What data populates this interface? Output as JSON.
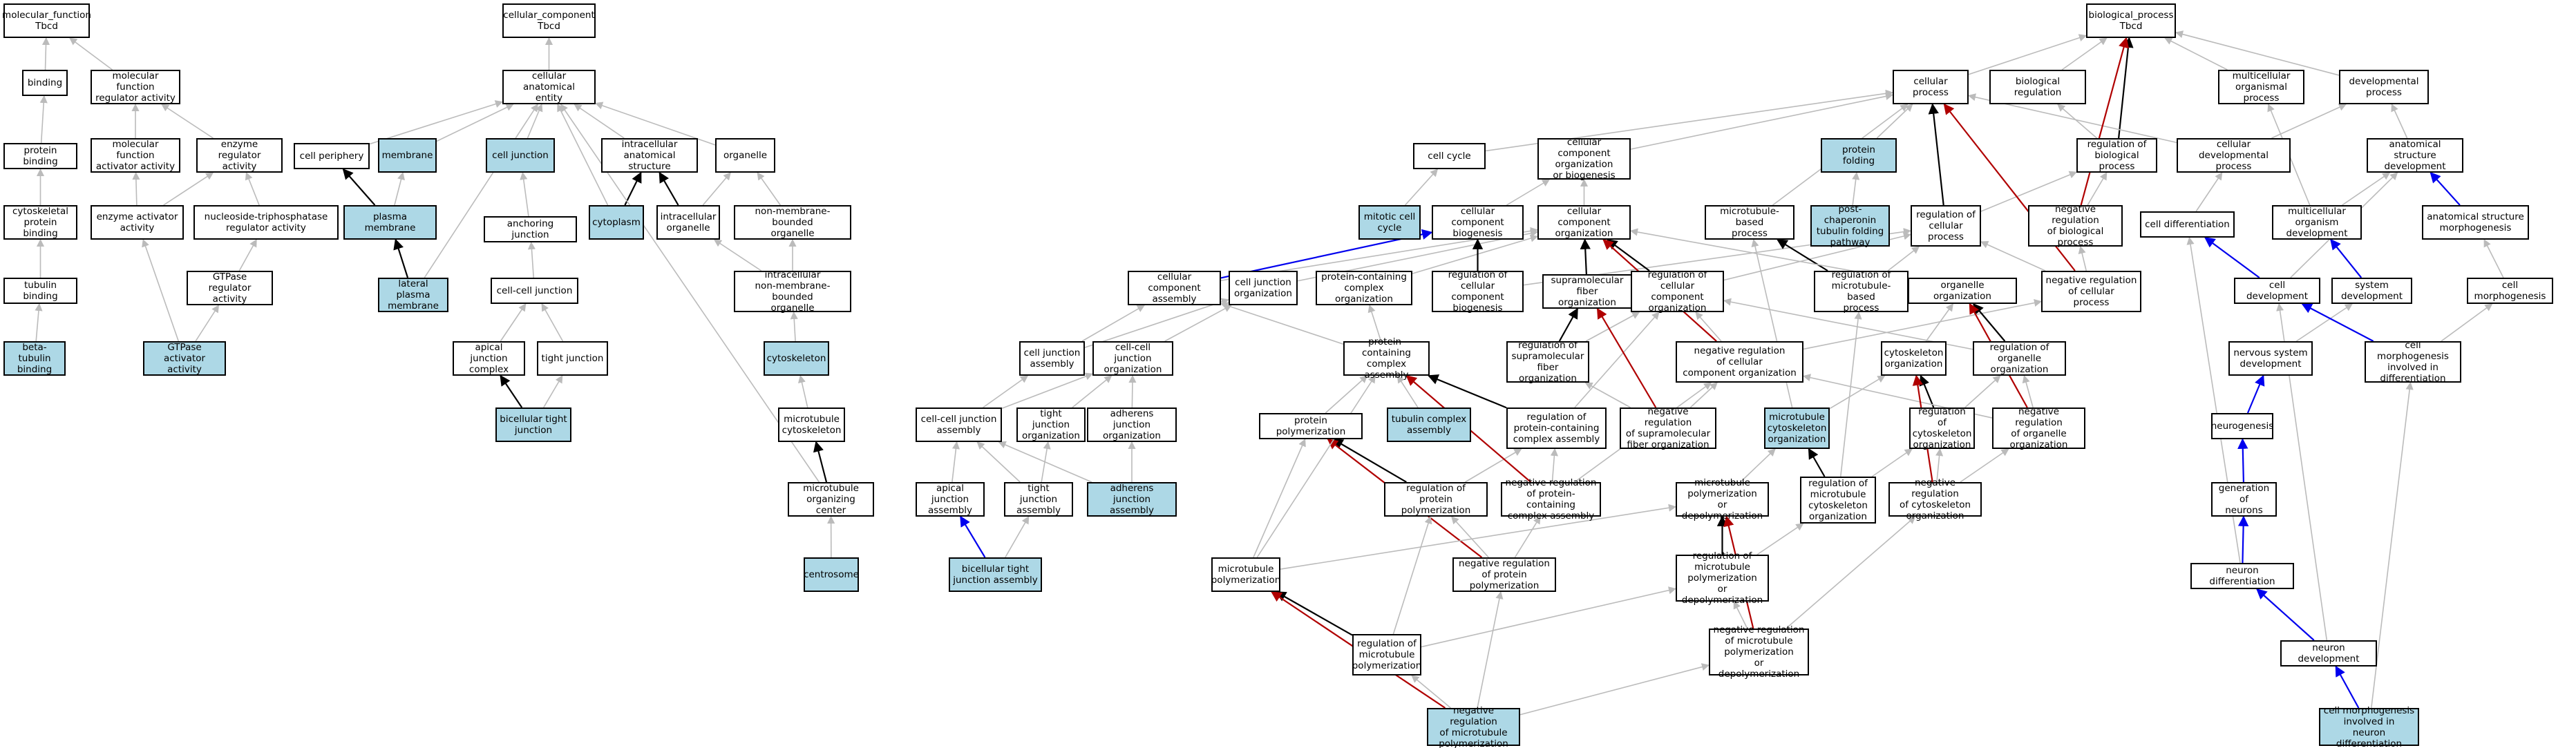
{
  "colors": {
    "highlight": "#add8e6",
    "is_a": "#bbbbbb",
    "part_of": "#000000",
    "regulates": "#0000ee",
    "negatively_regulates": "#b00000"
  },
  "nodes": [
    {
      "id": "mf",
      "label": "molecular_function\nTbcd"
    },
    {
      "id": "binding",
      "label": "binding"
    },
    {
      "id": "mfra",
      "label": "molecular function\nregulator activity"
    },
    {
      "id": "pb",
      "label": "protein binding"
    },
    {
      "id": "mfaa",
      "label": "molecular function\nactivator activity"
    },
    {
      "id": "era",
      "label": "enzyme regulator\nactivity"
    },
    {
      "id": "cpb",
      "label": "cytoskeletal\nprotein binding"
    },
    {
      "id": "eaa",
      "label": "enzyme activator\nactivity"
    },
    {
      "id": "ntra",
      "label": "nucleoside-triphosphatase\nregulator activity"
    },
    {
      "id": "tb",
      "label": "tubulin binding"
    },
    {
      "id": "gtpra",
      "label": "GTPase regulator\nactivity"
    },
    {
      "id": "btb",
      "label": "beta-tubulin\nbinding",
      "hl": true
    },
    {
      "id": "gtpaa",
      "label": "GTPase activator\nactivity",
      "hl": true
    },
    {
      "id": "cc",
      "label": "cellular_component\nTbcd"
    },
    {
      "id": "cae",
      "label": "cellular anatomical\nentity"
    },
    {
      "id": "cperi",
      "label": "cell periphery"
    },
    {
      "id": "memb",
      "label": "membrane",
      "hl": true
    },
    {
      "id": "cj",
      "label": "cell junction",
      "hl": true
    },
    {
      "id": "ias",
      "label": "intracellular\nanatomical structure"
    },
    {
      "id": "organelle",
      "label": "organelle"
    },
    {
      "id": "pm",
      "label": "plasma membrane",
      "hl": true
    },
    {
      "id": "aj",
      "label": "anchoring junction"
    },
    {
      "id": "cyto",
      "label": "cytoplasm",
      "hl": true
    },
    {
      "id": "io",
      "label": "intracellular\norganelle"
    },
    {
      "id": "nmbo",
      "label": "non-membrane-bounded\norganelle"
    },
    {
      "id": "lpm",
      "label": "lateral plasma\nmembrane",
      "hl": true
    },
    {
      "id": "ccj",
      "label": "cell-cell junction"
    },
    {
      "id": "inmbo",
      "label": "intracellular\nnon-membrane-bounded\norganelle"
    },
    {
      "id": "ajc",
      "label": "apical junction\ncomplex"
    },
    {
      "id": "tj",
      "label": "tight junction"
    },
    {
      "id": "cytsk",
      "label": "cytoskeleton",
      "hl": true
    },
    {
      "id": "btj",
      "label": "bicellular tight\njunction",
      "hl": true
    },
    {
      "id": "mtc",
      "label": "microtubule\ncytoskeleton"
    },
    {
      "id": "mtoc",
      "label": "microtubule\norganizing center"
    },
    {
      "id": "centro",
      "label": "centrosome",
      "hl": true
    },
    {
      "id": "bp",
      "label": "biological_process\nTbcd"
    },
    {
      "id": "cp",
      "label": "cellular process"
    },
    {
      "id": "breg",
      "label": "biological regulation"
    },
    {
      "id": "mop",
      "label": "multicellular\norganismal process"
    },
    {
      "id": "dp",
      "label": "developmental\nprocess"
    },
    {
      "id": "ccy",
      "label": "cell cycle"
    },
    {
      "id": "ccob",
      "label": "cellular component\norganization\nor biogenesis"
    },
    {
      "id": "pf",
      "label": "protein folding",
      "hl": true
    },
    {
      "id": "rbp",
      "label": "regulation of\nbiological process"
    },
    {
      "id": "cdp",
      "label": "cellular developmental\nprocess"
    },
    {
      "id": "asd",
      "label": "anatomical structure\ndevelopment"
    },
    {
      "id": "mcc",
      "label": "mitotic cell\ncycle",
      "hl": true
    },
    {
      "id": "ccb",
      "label": "cellular component\nbiogenesis"
    },
    {
      "id": "cco",
      "label": "cellular component\norganization"
    },
    {
      "id": "mbp",
      "label": "microtubule-based\nprocess"
    },
    {
      "id": "pctfp",
      "label": "post-chaperonin\ntubulin folding\npathway",
      "hl": true
    },
    {
      "id": "rcp",
      "label": "regulation of\ncellular process"
    },
    {
      "id": "nrbp",
      "label": "negative regulation\nof biological\nprocess"
    },
    {
      "id": "cdiff",
      "label": "cell differentiation"
    },
    {
      "id": "mod",
      "label": "multicellular\norganism development"
    },
    {
      "id": "asm",
      "label": "anatomical structure\nmorphogenesis"
    },
    {
      "id": "cca",
      "label": "cellular component\nassembly"
    },
    {
      "id": "cjo",
      "label": "cell junction\norganization"
    },
    {
      "id": "pcco",
      "label": "protein-containing\ncomplex organization"
    },
    {
      "id": "rccb",
      "label": "regulation of\ncellular component\nbiogenesis"
    },
    {
      "id": "sfo",
      "label": "supramolecular\nfiber organization"
    },
    {
      "id": "rcco",
      "label": "regulation of\ncellular component\norganization"
    },
    {
      "id": "rmbp",
      "label": "regulation of\nmicrotubule-based\nprocess"
    },
    {
      "id": "oo",
      "label": "organelle organization"
    },
    {
      "id": "nrcp",
      "label": "negative regulation\nof cellular\nprocess"
    },
    {
      "id": "cdev",
      "label": "cell development"
    },
    {
      "id": "sd",
      "label": "system development"
    },
    {
      "id": "cmorph",
      "label": "cell morphogenesis"
    },
    {
      "id": "cja",
      "label": "cell junction\nassembly"
    },
    {
      "id": "ccjo",
      "label": "cell-cell junction\norganization"
    },
    {
      "id": "pcca",
      "label": "protein-containing\ncomplex assembly"
    },
    {
      "id": "rsfo",
      "label": "regulation of\nsupramolecular\nfiber organization"
    },
    {
      "id": "nrcco",
      "label": "negative regulation\nof cellular\ncomponent organization"
    },
    {
      "id": "cytsko",
      "label": "cytoskeleton\norganization"
    },
    {
      "id": "roo",
      "label": "regulation of\norganelle organization"
    },
    {
      "id": "nsd",
      "label": "nervous system\ndevelopment"
    },
    {
      "id": "cmid",
      "label": "cell morphogenesis\ninvolved in\ndifferentiation"
    },
    {
      "id": "ccja",
      "label": "cell-cell junction\nassembly"
    },
    {
      "id": "tjo",
      "label": "tight junction\norganization"
    },
    {
      "id": "ajo",
      "label": "adherens junction\norganization"
    },
    {
      "id": "ppol",
      "label": "protein polymerization"
    },
    {
      "id": "tca",
      "label": "tubulin complex\nassembly",
      "hl": true
    },
    {
      "id": "rpcca",
      "label": "regulation of\nprotein-containing\ncomplex assembly"
    },
    {
      "id": "nrsfo",
      "label": "negative regulation\nof supramolecular\nfiber organization"
    },
    {
      "id": "mtco",
      "label": "microtubule\ncytoskeleton\norganization",
      "hl": true
    },
    {
      "id": "rcytsko",
      "label": "regulation of\ncytoskeleton\norganization"
    },
    {
      "id": "nroo",
      "label": "negative regulation\nof organelle\norganization"
    },
    {
      "id": "neurog",
      "label": "neurogenesis"
    },
    {
      "id": "aja",
      "label": "apical junction\nassembly"
    },
    {
      "id": "tja",
      "label": "tight junction\nassembly"
    },
    {
      "id": "aja2",
      "label": "adherens junction\nassembly",
      "hl": true
    },
    {
      "id": "rpp",
      "label": "regulation of\nprotein polymerization"
    },
    {
      "id": "nrpcca",
      "label": "negative regulation\nof protein-containing\ncomplex assembly"
    },
    {
      "id": "mtpd",
      "label": "microtubule\npolymerization\nor depolymerization"
    },
    {
      "id": "rmtco",
      "label": "regulation of\nmicrotubule\ncytoskeleton\norganization"
    },
    {
      "id": "nrcytsko",
      "label": "negative regulation\nof cytoskeleton\norganization"
    },
    {
      "id": "gon",
      "label": "generation of\nneurons"
    },
    {
      "id": "btja",
      "label": "bicellular tight\njunction assembly",
      "hl": true
    },
    {
      "id": "nrpp",
      "label": "negative regulation\nof protein polymerization"
    },
    {
      "id": "rmtpd",
      "label": "regulation of\nmicrotubule\npolymerization\nor depolymerization"
    },
    {
      "id": "mtp",
      "label": "microtubule\npolymerization"
    },
    {
      "id": "ndiff",
      "label": "neuron differentiation"
    },
    {
      "id": "nrmtpd",
      "label": "negative regulation\nof microtubule\npolymerization\nor depolymerization"
    },
    {
      "id": "rmtp",
      "label": "regulation of\nmicrotubule\npolymerization"
    },
    {
      "id": "ndev",
      "label": "neuron development"
    },
    {
      "id": "nrmtp",
      "label": "negative regulation\nof microtubule\npolymerization",
      "hl": true
    },
    {
      "id": "cmidnd",
      "label": "cell morphogenesis\ninvolved in\nneuron differentiation",
      "hl": true
    }
  ],
  "edges": [
    [
      "binding",
      "mf",
      "is_a"
    ],
    [
      "mfra",
      "mf",
      "is_a"
    ],
    [
      "pb",
      "binding",
      "is_a"
    ],
    [
      "mfaa",
      "mfra",
      "is_a"
    ],
    [
      "era",
      "mfra",
      "is_a"
    ],
    [
      "cpb",
      "pb",
      "is_a"
    ],
    [
      "eaa",
      "mfaa",
      "is_a"
    ],
    [
      "eaa",
      "era",
      "is_a"
    ],
    [
      "ntra",
      "era",
      "is_a"
    ],
    [
      "tb",
      "cpb",
      "is_a"
    ],
    [
      "gtpra",
      "ntra",
      "is_a"
    ],
    [
      "btb",
      "tb",
      "is_a"
    ],
    [
      "gtpaa",
      "eaa",
      "is_a"
    ],
    [
      "gtpaa",
      "gtpra",
      "is_a"
    ],
    [
      "cae",
      "cc",
      "is_a"
    ],
    [
      "cperi",
      "cae",
      "is_a"
    ],
    [
      "memb",
      "cae",
      "is_a"
    ],
    [
      "cj",
      "cae",
      "is_a"
    ],
    [
      "ias",
      "cae",
      "is_a"
    ],
    [
      "organelle",
      "cae",
      "is_a"
    ],
    [
      "pm",
      "cperi",
      "part_of"
    ],
    [
      "pm",
      "memb",
      "is_a"
    ],
    [
      "aj",
      "cj",
      "is_a"
    ],
    [
      "cyto",
      "ias",
      "part_of"
    ],
    [
      "cyto",
      "cae",
      "is_a"
    ],
    [
      "io",
      "ias",
      "part_of"
    ],
    [
      "io",
      "organelle",
      "is_a"
    ],
    [
      "nmbo",
      "organelle",
      "is_a"
    ],
    [
      "lpm",
      "pm",
      "part_of"
    ],
    [
      "lpm",
      "cae",
      "is_a"
    ],
    [
      "ccj",
      "aj",
      "is_a"
    ],
    [
      "inmbo",
      "io",
      "is_a"
    ],
    [
      "inmbo",
      "nmbo",
      "is_a"
    ],
    [
      "ajc",
      "ccj",
      "is_a"
    ],
    [
      "tj",
      "ccj",
      "is_a"
    ],
    [
      "btj",
      "ajc",
      "part_of"
    ],
    [
      "btj",
      "tj",
      "is_a"
    ],
    [
      "cytsk",
      "inmbo",
      "is_a"
    ],
    [
      "mtc",
      "cytsk",
      "is_a"
    ],
    [
      "mtoc",
      "mtc",
      "part_of"
    ],
    [
      "mtoc",
      "cae",
      "is_a"
    ],
    [
      "centro",
      "mtoc",
      "is_a"
    ],
    [
      "cp",
      "bp",
      "is_a"
    ],
    [
      "breg",
      "bp",
      "is_a"
    ],
    [
      "mop",
      "bp",
      "is_a"
    ],
    [
      "dp",
      "bp",
      "is_a"
    ],
    [
      "ccy",
      "cp",
      "is_a"
    ],
    [
      "ccob",
      "cp",
      "is_a"
    ],
    [
      "pf",
      "cp",
      "is_a"
    ],
    [
      "rbp",
      "breg",
      "is_a"
    ],
    [
      "rbp",
      "bp",
      "part_of"
    ],
    [
      "cdp",
      "cp",
      "is_a"
    ],
    [
      "cdp",
      "dp",
      "is_a"
    ],
    [
      "asd",
      "dp",
      "is_a"
    ],
    [
      "mcc",
      "ccy",
      "is_a"
    ],
    [
      "ccb",
      "ccob",
      "is_a"
    ],
    [
      "cco",
      "ccob",
      "is_a"
    ],
    [
      "mbp",
      "cp",
      "is_a"
    ],
    [
      "pctfp",
      "pf",
      "is_a"
    ],
    [
      "rcp",
      "cp",
      "part_of"
    ],
    [
      "rcp",
      "rbp",
      "is_a"
    ],
    [
      "nrbp",
      "rbp",
      "is_a"
    ],
    [
      "nrbp",
      "bp",
      "negatively_regulates"
    ],
    [
      "cdiff",
      "cdp",
      "is_a"
    ],
    [
      "mod",
      "mop",
      "is_a"
    ],
    [
      "mod",
      "asd",
      "is_a"
    ],
    [
      "asm",
      "asd",
      "regulates"
    ],
    [
      "cca",
      "ccb",
      "regulates"
    ],
    [
      "cca",
      "cco",
      "is_a"
    ],
    [
      "cjo",
      "cco",
      "is_a"
    ],
    [
      "pcco",
      "cco",
      "is_a"
    ],
    [
      "rccb",
      "ccb",
      "part_of"
    ],
    [
      "rccb",
      "rcp",
      "is_a"
    ],
    [
      "sfo",
      "cco",
      "part_of"
    ],
    [
      "rcco",
      "cco",
      "part_of"
    ],
    [
      "rcco",
      "rcp",
      "is_a"
    ],
    [
      "rmbp",
      "mbp",
      "part_of"
    ],
    [
      "rmbp",
      "rcp",
      "is_a"
    ],
    [
      "oo",
      "cco",
      "is_a"
    ],
    [
      "nrcp",
      "rcp",
      "is_a"
    ],
    [
      "nrcp",
      "cp",
      "negatively_regulates"
    ],
    [
      "nrcp",
      "nrbp",
      "is_a"
    ],
    [
      "cdev",
      "cdiff",
      "regulates"
    ],
    [
      "cdev",
      "asd",
      "is_a"
    ],
    [
      "sd",
      "mod",
      "regulates"
    ],
    [
      "cmorph",
      "asm",
      "is_a"
    ],
    [
      "cja",
      "cjo",
      "is_a"
    ],
    [
      "cja",
      "cca",
      "is_a"
    ],
    [
      "ccjo",
      "cjo",
      "is_a"
    ],
    [
      "pcca",
      "pcco",
      "is_a"
    ],
    [
      "pcca",
      "cca",
      "is_a"
    ],
    [
      "rsfo",
      "sfo",
      "part_of"
    ],
    [
      "rsfo",
      "rcco",
      "is_a"
    ],
    [
      "nrcco",
      "cco",
      "negatively_regulates"
    ],
    [
      "nrcco",
      "rcco",
      "is_a"
    ],
    [
      "nrcco",
      "nrcp",
      "is_a"
    ],
    [
      "cytsko",
      "oo",
      "is_a"
    ],
    [
      "roo",
      "oo",
      "part_of"
    ],
    [
      "roo",
      "rcco",
      "is_a"
    ],
    [
      "nsd",
      "sd",
      "is_a"
    ],
    [
      "cmid",
      "cdev",
      "regulates"
    ],
    [
      "cmid",
      "cmorph",
      "is_a"
    ],
    [
      "ccja",
      "cja",
      "is_a"
    ],
    [
      "ccja",
      "ccjo",
      "is_a"
    ],
    [
      "tjo",
      "ccjo",
      "is_a"
    ],
    [
      "ajo",
      "ccjo",
      "is_a"
    ],
    [
      "ppol",
      "pcca",
      "is_a"
    ],
    [
      "tca",
      "pcca",
      "is_a"
    ],
    [
      "rpcca",
      "pcca",
      "part_of"
    ],
    [
      "rpcca",
      "rcco",
      "is_a"
    ],
    [
      "nrsfo",
      "sfo",
      "negatively_regulates"
    ],
    [
      "nrsfo",
      "rsfo",
      "is_a"
    ],
    [
      "nrsfo",
      "nrcco",
      "is_a"
    ],
    [
      "mtco",
      "cytsko",
      "is_a"
    ],
    [
      "mtco",
      "mbp",
      "is_a"
    ],
    [
      "rcytsko",
      "cytsko",
      "part_of"
    ],
    [
      "rcytsko",
      "roo",
      "is_a"
    ],
    [
      "nroo",
      "oo",
      "negatively_regulates"
    ],
    [
      "nroo",
      "roo",
      "is_a"
    ],
    [
      "nroo",
      "nrcco",
      "is_a"
    ],
    [
      "neurog",
      "nsd",
      "regulates"
    ],
    [
      "aja",
      "ccja",
      "is_a"
    ],
    [
      "tja",
      "ccja",
      "is_a"
    ],
    [
      "tja",
      "tjo",
      "is_a"
    ],
    [
      "aja2",
      "ccja",
      "is_a"
    ],
    [
      "aja2",
      "ajo",
      "is_a"
    ],
    [
      "rpp",
      "ppol",
      "part_of"
    ],
    [
      "rpp",
      "rpcca",
      "is_a"
    ],
    [
      "nrpcca",
      "pcca",
      "negatively_regulates"
    ],
    [
      "nrpcca",
      "rpcca",
      "is_a"
    ],
    [
      "nrpcca",
      "nrcco",
      "is_a"
    ],
    [
      "mtpd",
      "mtco",
      "is_a"
    ],
    [
      "rmtco",
      "mtco",
      "part_of"
    ],
    [
      "rmtco",
      "rcytsko",
      "is_a"
    ],
    [
      "rmtco",
      "rmbp",
      "is_a"
    ],
    [
      "nrcytsko",
      "cytsko",
      "negatively_regulates"
    ],
    [
      "nrcytsko",
      "rcytsko",
      "is_a"
    ],
    [
      "nrcytsko",
      "nroo",
      "is_a"
    ],
    [
      "gon",
      "neurog",
      "regulates"
    ],
    [
      "btja",
      "aja",
      "regulates"
    ],
    [
      "btja",
      "tja",
      "is_a"
    ],
    [
      "nrpp",
      "ppol",
      "negatively_regulates"
    ],
    [
      "nrpp",
      "rpp",
      "is_a"
    ],
    [
      "nrpp",
      "nrpcca",
      "is_a"
    ],
    [
      "rmtpd",
      "mtpd",
      "part_of"
    ],
    [
      "rmtpd",
      "rmtco",
      "is_a"
    ],
    [
      "mtp",
      "mtpd",
      "is_a"
    ],
    [
      "mtp",
      "ppol",
      "is_a"
    ],
    [
      "mtp",
      "pcca",
      "is_a"
    ],
    [
      "ndiff",
      "gon",
      "regulates"
    ],
    [
      "ndiff",
      "cdiff",
      "is_a"
    ],
    [
      "nrmtpd",
      "mtpd",
      "negatively_regulates"
    ],
    [
      "nrmtpd",
      "rmtpd",
      "is_a"
    ],
    [
      "nrmtpd",
      "nrcytsko",
      "is_a"
    ],
    [
      "rmtp",
      "mtp",
      "part_of"
    ],
    [
      "rmtp",
      "rpp",
      "is_a"
    ],
    [
      "rmtp",
      "rmtpd",
      "is_a"
    ],
    [
      "ndev",
      "ndiff",
      "regulates"
    ],
    [
      "ndev",
      "cdev",
      "is_a"
    ],
    [
      "nrmtp",
      "mtp",
      "negatively_regulates"
    ],
    [
      "nrmtp",
      "rmtp",
      "is_a"
    ],
    [
      "nrmtp",
      "nrpp",
      "is_a"
    ],
    [
      "nrmtp",
      "nrmtpd",
      "is_a"
    ],
    [
      "cmidnd",
      "ndev",
      "regulates"
    ],
    [
      "cmidnd",
      "cmid",
      "is_a"
    ]
  ]
}
